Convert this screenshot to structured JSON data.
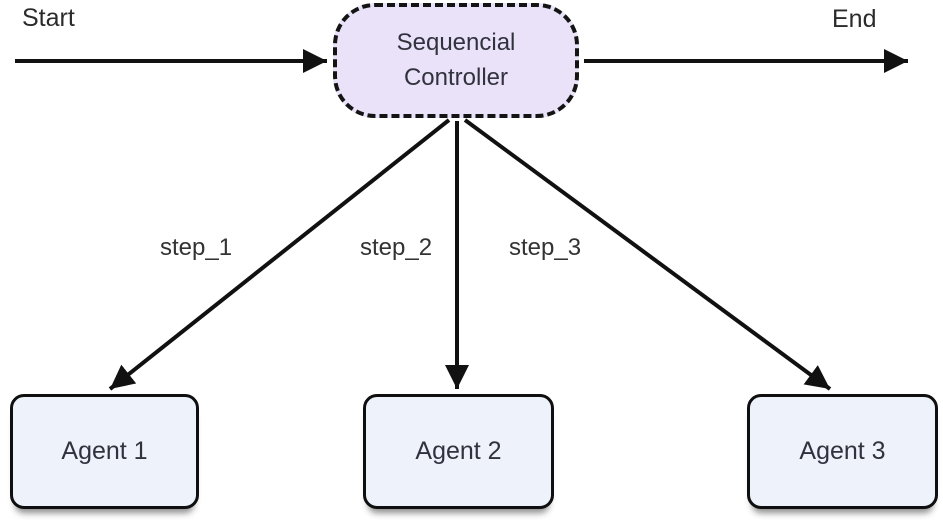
{
  "diagram": {
    "nodes": {
      "start_label": "Start",
      "end_label": "End",
      "controller": {
        "label": "Sequencial Controller"
      },
      "agents": [
        {
          "label": "Agent 1"
        },
        {
          "label": "Agent 2"
        },
        {
          "label": "Agent 3"
        }
      ]
    },
    "edges": {
      "step_labels": [
        "step_1",
        "step_2",
        "step_3"
      ]
    },
    "colors": {
      "controller_fill": "#e9e2f8",
      "agent_fill": "#edf2fb",
      "line": "#111111",
      "text": "#32323e",
      "background": "#ffffff"
    }
  }
}
